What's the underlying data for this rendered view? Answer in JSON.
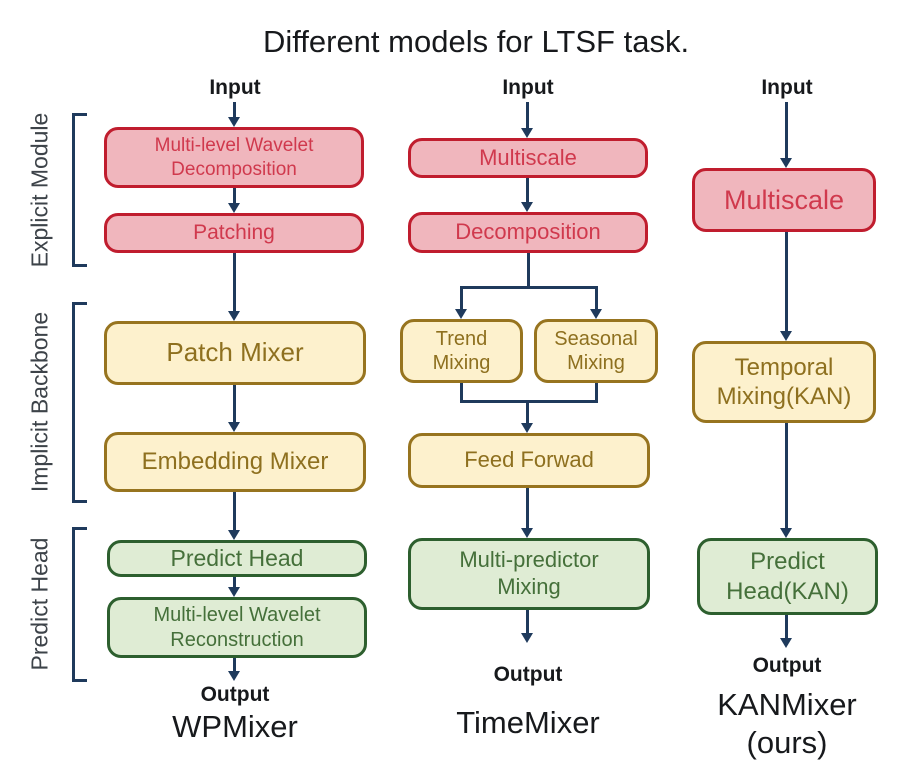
{
  "title": "Different models for LTSF task.",
  "colors": {
    "arrow_navy": "#1f3a5c",
    "red_border": "#c01d2e",
    "red_fill": "#f0b6bd",
    "red_text": "#d0394d",
    "gold_border": "#97741f",
    "gold_fill": "#fdf1cd",
    "gold_text": "#8e701f",
    "green_border": "#2d5f2e",
    "green_fill": "#dfecd4",
    "green_text": "#45703a",
    "side_label_text": "#3d4349",
    "heading_text": "#17191c"
  },
  "side_labels": {
    "explicit_module": "Explicit Module",
    "implicit_backbone": "Implicit Backbone",
    "predict_head": "Predict Head"
  },
  "columns": [
    {
      "input_label": "Input",
      "output_label": "Output",
      "model_name": "WPMixer",
      "nodes": {
        "wavelet_decomposition": "Multi-level Wavelet Decomposition",
        "patching": "Patching",
        "patch_mixer": "Patch Mixer",
        "embedding_mixer": "Embedding Mixer",
        "predict_head": "Predict Head",
        "wavelet_reconstruction": "Multi-level Wavelet Reconstruction"
      }
    },
    {
      "input_label": "Input",
      "output_label": "Output",
      "model_name": "TimeMixer",
      "nodes": {
        "multiscale": "Multiscale",
        "decomposition": "Decomposition",
        "trend_mixing": "Trend Mixing",
        "seasonal_mixing": "Seasonal Mixing",
        "feed_forward": "Feed Forwad",
        "multi_predictor_mixing": "Multi-predictor Mixing"
      }
    },
    {
      "input_label": "Input",
      "output_label": "Output",
      "model_name": "KANMixer",
      "model_name_suffix": "(ours)",
      "nodes": {
        "multiscale": "Multiscale",
        "temporal_mixing": "Temporal Mixing(KAN)",
        "predict_head": "Predict Head(KAN)"
      }
    }
  ]
}
